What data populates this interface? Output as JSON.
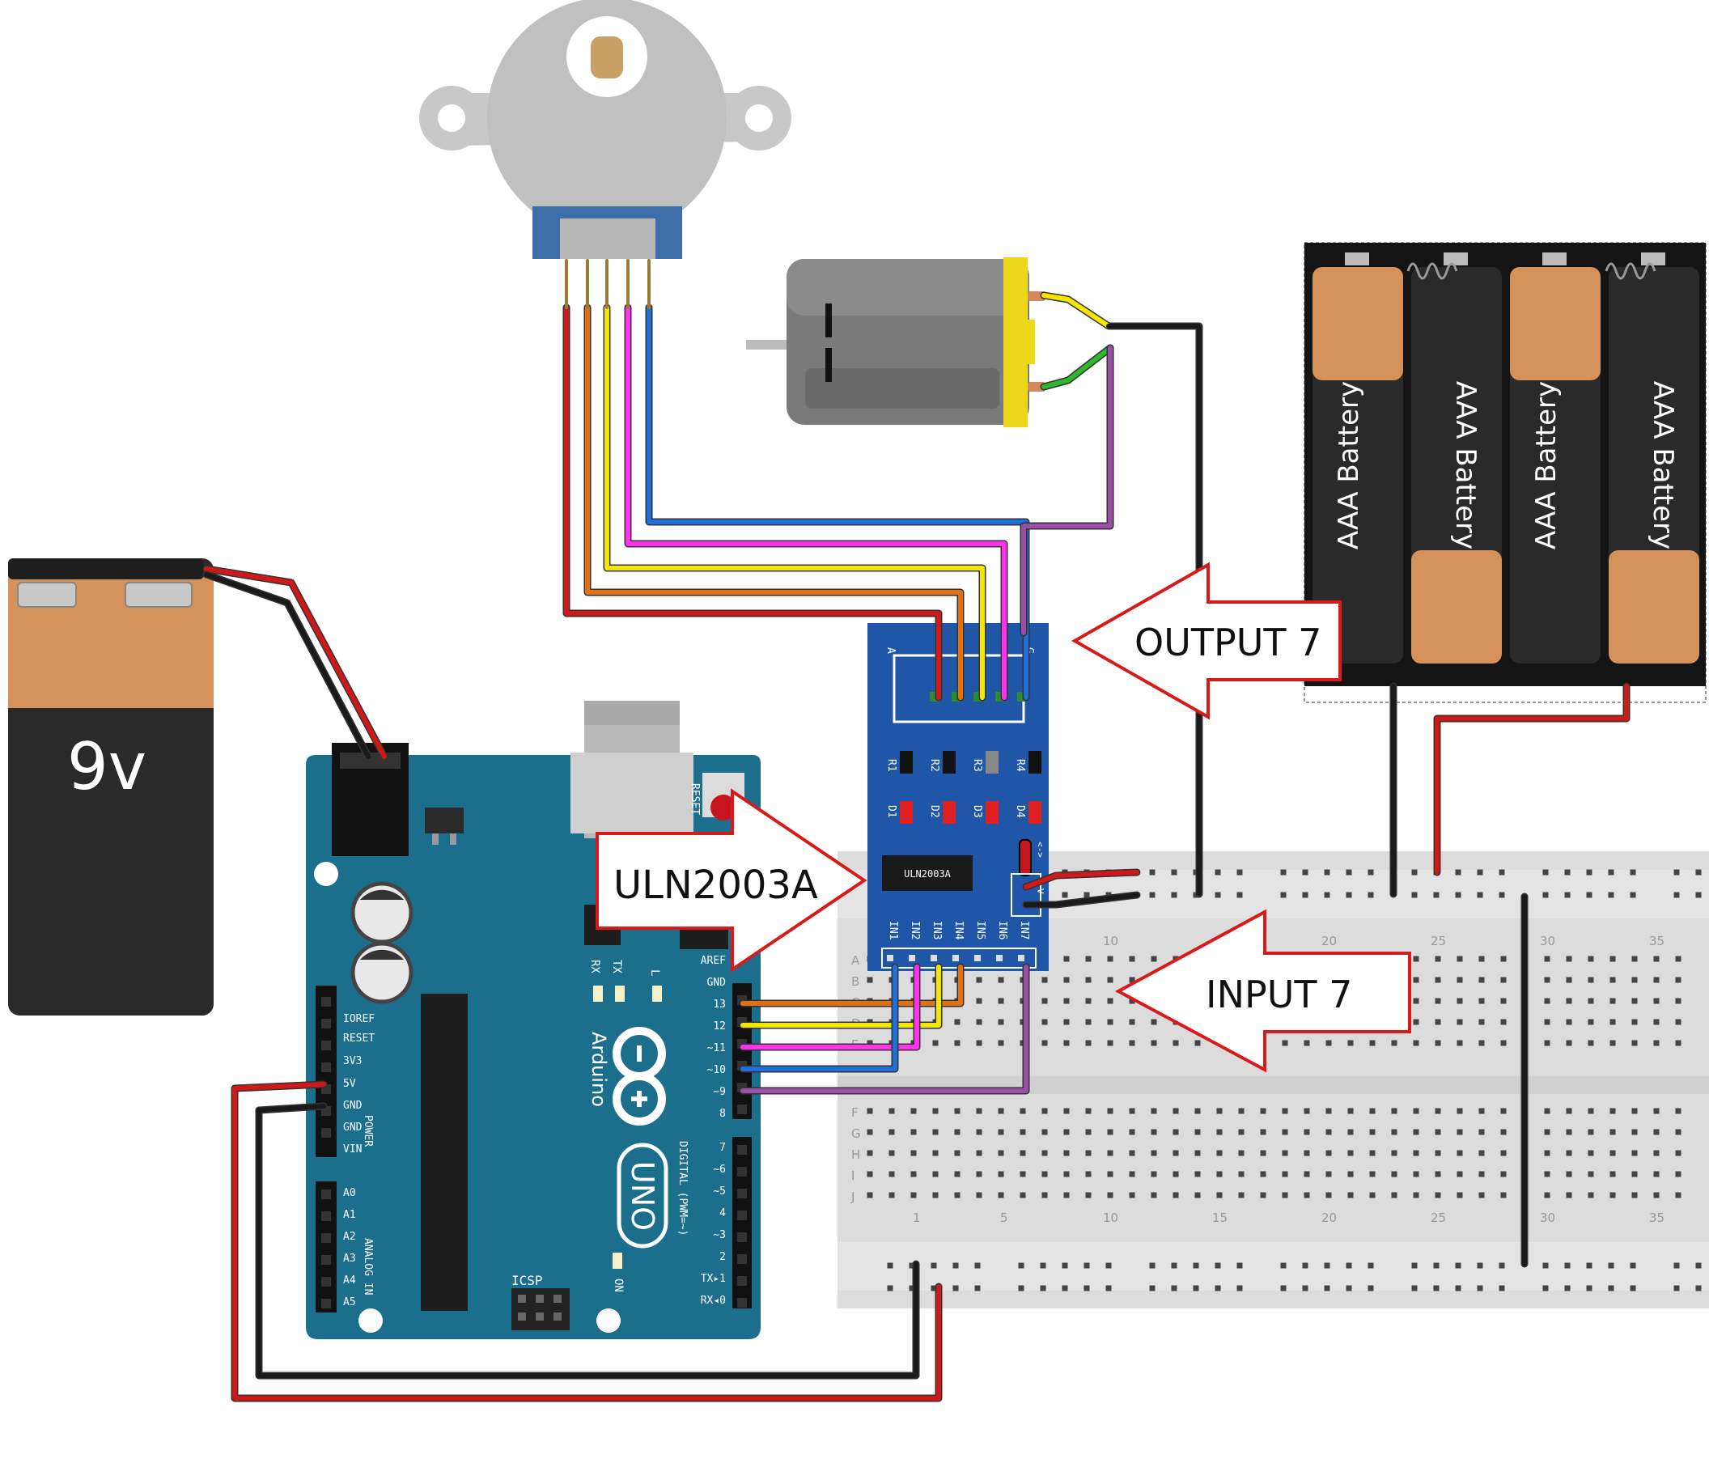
{
  "battery_9v": {
    "label": "9v"
  },
  "battery_pack": {
    "cell_label": "AAA Battery"
  },
  "callouts": {
    "uln": "ULN2003A",
    "output": "OUTPUT 7",
    "input": "INPUT 7"
  },
  "driver_board": {
    "chip_label": "ULN2003A",
    "top_left": "A",
    "top_right": "G",
    "resistors": [
      "R1",
      "R2",
      "R3",
      "R4"
    ],
    "leds": [
      "D1",
      "D2",
      "D3",
      "D4"
    ],
    "inputs": [
      "IN1",
      "IN2",
      "IN3",
      "IN4",
      "IN5",
      "IN6",
      "IN7"
    ],
    "power_pins": [
      "V",
      "G"
    ],
    "jumper_label": "<->"
  },
  "arduino": {
    "brand": "Arduino",
    "model": "UNO",
    "reset": "RESET",
    "icsp": "ICSP",
    "on": "ON",
    "tx": "TX",
    "rx": "RX",
    "l": "L",
    "power_header": [
      "IOREF",
      "RESET",
      "3V3",
      "5V",
      "GND",
      "GND",
      "VIN"
    ],
    "power_title": "POWER",
    "analog_header": [
      "A0",
      "A1",
      "A2",
      "A3",
      "A4",
      "A5"
    ],
    "analog_title": "ANALOG IN",
    "digital_top": [
      "AREF",
      "GND",
      "13",
      "12",
      "~11",
      "~10",
      "~9",
      "8"
    ],
    "digital_bottom": [
      "7",
      "~6",
      "~5",
      "4",
      "~3",
      "2",
      "TX▸1",
      "RX◂0"
    ],
    "digital_title": "DIGITAL (PWM=~)"
  },
  "breadboard": {
    "rows_top": [
      "A",
      "B",
      "C",
      "D",
      "E"
    ],
    "rows_bottom": [
      "F",
      "G",
      "H",
      "I",
      "J"
    ],
    "col_numbers_top": [
      "10",
      "20",
      "25",
      "30",
      "35"
    ],
    "col_numbers_bottom": [
      "1",
      "5",
      "10",
      "15",
      "20",
      "25",
      "30",
      "35"
    ]
  }
}
